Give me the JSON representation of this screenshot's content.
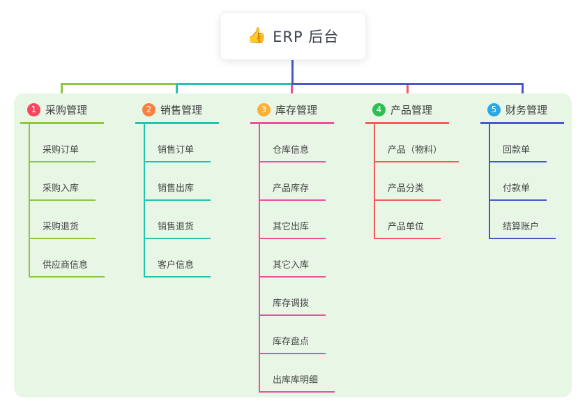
{
  "root": {
    "label": "ERP 后台",
    "emoji": "👍"
  },
  "colors": {
    "page_bg": "#ffffff",
    "panel_bg": "#e8f6e6",
    "root_connector": "#4659c7",
    "root_text": "#39424e",
    "branch_title_text": "#3d3d3d",
    "child_text": "#454545"
  },
  "branches": [
    {
      "num": "1",
      "label": "采购管理",
      "badge_color": "#f6475f",
      "line_color": "#8dc63f",
      "children": [
        "采购订单",
        "采购入库",
        "采购退货",
        "供应商信息"
      ]
    },
    {
      "num": "2",
      "label": "销售管理",
      "badge_color": "#f8813f",
      "line_color": "#25c2b2",
      "children": [
        "销售订单",
        "销售出库",
        "销售退货",
        "客户信息"
      ]
    },
    {
      "num": "3",
      "label": "库存管理",
      "badge_color": "#fbb034",
      "line_color": "#ec4f9e",
      "children": [
        "仓库信息",
        "产品库存",
        "其它出库",
        "其它入库",
        "库存调拨",
        "库存盘点",
        "出库库明细"
      ]
    },
    {
      "num": "4",
      "label": "产品管理",
      "badge_color": "#2dbe53",
      "line_color": "#f45b5d",
      "children": [
        "产品（物料）",
        "产品分类",
        "产品单位"
      ]
    },
    {
      "num": "5",
      "label": "财务管理",
      "badge_color": "#2ba6e8",
      "line_color": "#4659c7",
      "children": [
        "回款单",
        "付款单",
        "结算账户"
      ]
    }
  ]
}
